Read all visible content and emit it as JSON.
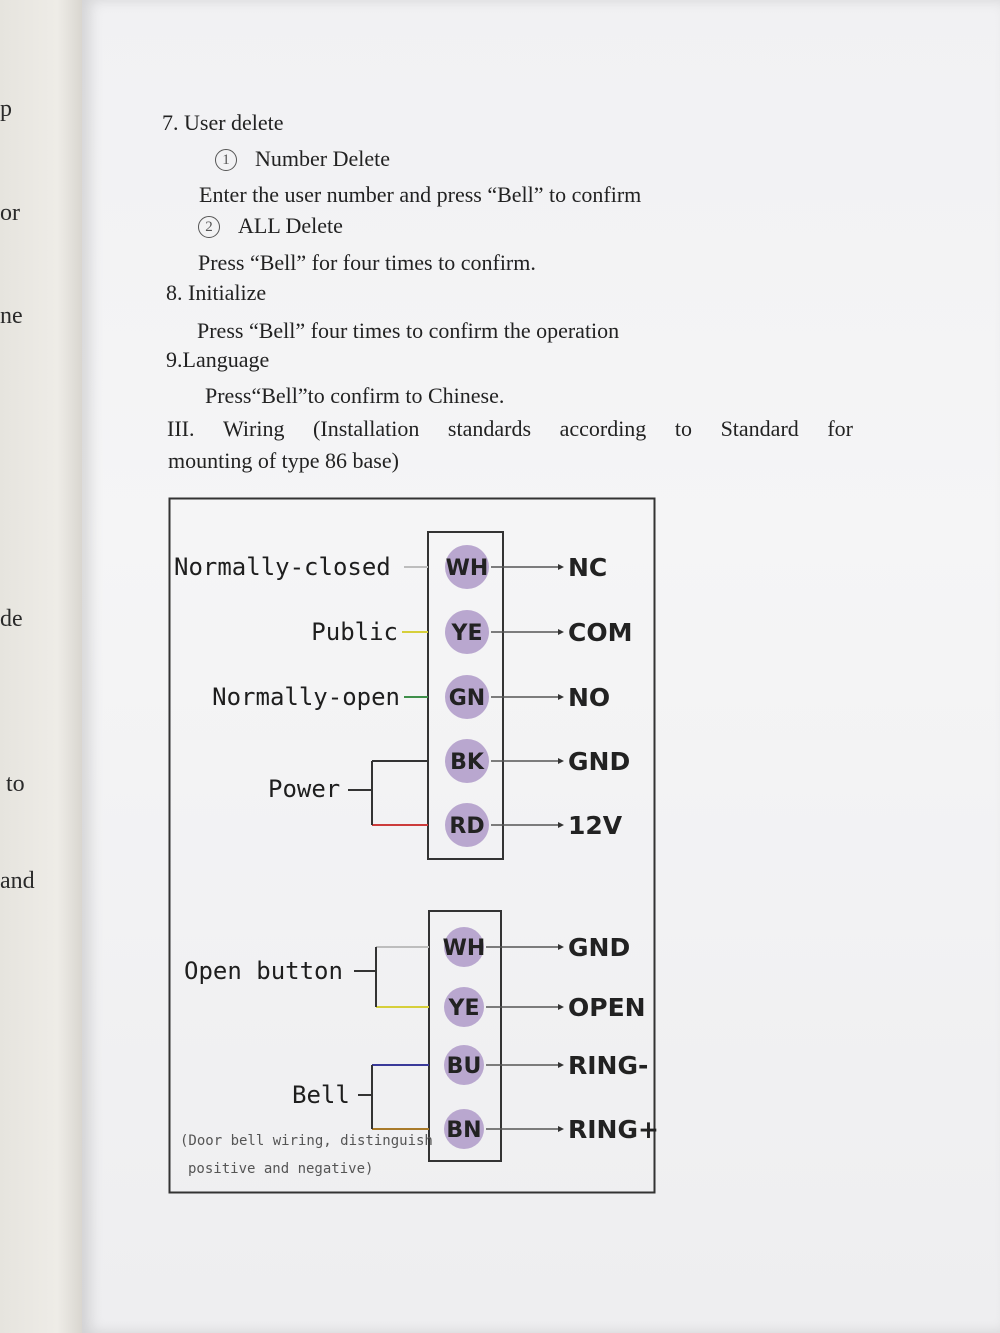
{
  "left_page_fragments": [
    "p",
    "or",
    "ne",
    "de",
    "to",
    "and"
  ],
  "instructions": {
    "s7_title": "7. User delete",
    "s7_opt1_num": "1",
    "s7_opt1_label": "Number Delete",
    "s7_opt1_desc": "Enter the user number and press “Bell” to confirm",
    "s7_opt2_num": "2",
    "s7_opt2_label": "ALL Delete",
    "s7_opt2_desc": "Press “Bell” for four times to confirm.",
    "s8_title": "8. Initialize",
    "s8_desc": "Press “Bell” four times to confirm the operation",
    "s9_title": "9.Language",
    "s9_desc": "Press“Bell”to confirm to Chinese.",
    "wiring_line1": [
      "III.",
      "Wiring",
      "(Installation",
      "standards",
      "according",
      "to",
      "Standard",
      "for"
    ],
    "wiring_line2": "mounting of type 86 base)"
  },
  "diagram": {
    "top_block": [
      {
        "label": "Normally-closed",
        "pin": "WH",
        "out": "NC",
        "wire_color": "#bdbdbd"
      },
      {
        "label": "Public",
        "pin": "YE",
        "out": "COM",
        "wire_color": "#d6cf3a"
      },
      {
        "label": "Normally-open",
        "pin": "GN",
        "out": "NO",
        "wire_color": "#3f8f4a"
      },
      {
        "label": "Power",
        "pin": "BK",
        "out": "GND",
        "wire_color": "#333333"
      },
      {
        "label": "",
        "pin": "RD",
        "out": "12V",
        "wire_color": "#cc3b3b"
      }
    ],
    "bottom_block": [
      {
        "label": "Open button",
        "pin": "WH",
        "out": "GND",
        "wire_color": "#bdbdbd"
      },
      {
        "label": "",
        "pin": "YE",
        "out": "OPEN",
        "wire_color": "#d6cf3a"
      },
      {
        "label": "Bell",
        "pin": "BU",
        "out": "RING-",
        "wire_color": "#3a3a9a"
      },
      {
        "label": "",
        "pin": "BN",
        "out": "RING+",
        "wire_color": "#a87a2a"
      }
    ],
    "note_line1": "(Door bell wiring, distinguish",
    "note_line2": "positive and negative)",
    "pin_color": "#b9a7cf"
  }
}
